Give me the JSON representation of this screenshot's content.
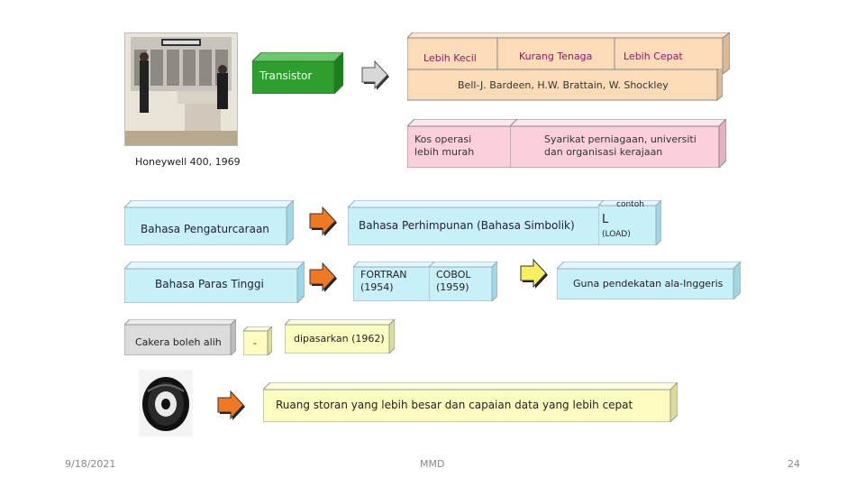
{
  "photo_caption": "Honeywell 400, 1969",
  "transistor_label": "Transistor",
  "features": [
    "Lebih Kecil",
    "Kurang Tenaga",
    "Lebih Cepat"
  ],
  "inventors": "Bell-J. Bardeen, H.W. Brattain, W. Shockley",
  "cost_label": "Kos operasi lebih murah",
  "users_label": "Syarikat perniagaan, universiti dan organisasi kerajaan",
  "example_label": "contoh",
  "programming_language": "Bahasa Pengaturcaraan",
  "assembly_language": "Bahasa Perhimpunan  (Bahasa Simbolik)",
  "assembly_example_letter": "L",
  "assembly_example_word": "(LOAD)",
  "high_level_language": "Bahasa Paras Tinggi",
  "fortran": "FORTRAN (1954)",
  "cobol": "COBOL (1959)",
  "english_approach": "Guna pendekatan ala-Inggeris",
  "removable_disk": "Cakera boleh alih",
  "dash": "-",
  "marketed": "dipasarkan (1962)",
  "storage_benefit": "Ruang storan yang lebih besar dan capaian data yang lebih cepat",
  "footer": {
    "date": "9/18/2021",
    "center": "MMD",
    "page": "24"
  },
  "colors": {
    "peach": "#fcdcb8",
    "pink": "#fbd0dc",
    "cyan": "#c8f0f8",
    "yellow": "#fcfcc0",
    "green": "#2e9e2e",
    "orange_arrow": "#f07820",
    "gray_arrow": "#d8d8d8",
    "yellow_arrow": "#f4f060"
  },
  "icons": [
    "arrow-right-icon"
  ]
}
